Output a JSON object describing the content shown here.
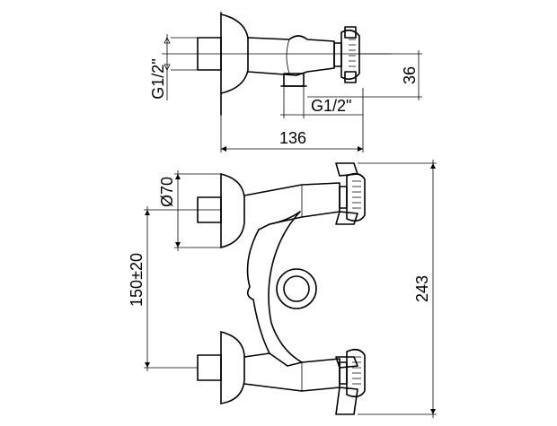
{
  "dimensions": {
    "thread_top": "G1/2\"",
    "thread_bottom": "G1/2\"",
    "height_36": "36",
    "width_136": "136",
    "diameter_70": "Ø70",
    "centers_150": "150±20",
    "height_243": "243"
  },
  "colors": {
    "line": "#000000",
    "background": "#ffffff"
  }
}
